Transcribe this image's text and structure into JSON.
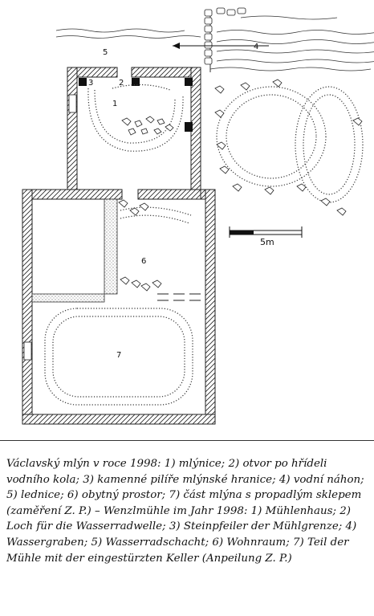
{
  "figure": {
    "labels": {
      "l1": "1",
      "l2": "2",
      "l3": "3",
      "l4": "4",
      "l5": "5",
      "l6": "6",
      "l7": "7",
      "scale": "5m"
    },
    "caption": "Václavský mlýn v roce 1998: 1) mlýnice; 2) otvor po hřídeli vodního kola; 3) kamenné pilíře mlýnské hranice; 4) vodní náhon; 5) lednice; 6) obytný prostor; 7) část mlýna s propadlým sklepem (zaměření Z. P.) – Wenzlmühle im Jahr 1998: 1) Mühlenhaus; 2) Loch für die Wasserradwelle; 3) Steinpfeiler der Mühlgrenze; 4) Wassergraben; 5) Wasserradschacht; 6) Wohnraum; 7) Teil der Mühle mit der eingestürzten Keller (Anpeilung Z. P.)"
  }
}
